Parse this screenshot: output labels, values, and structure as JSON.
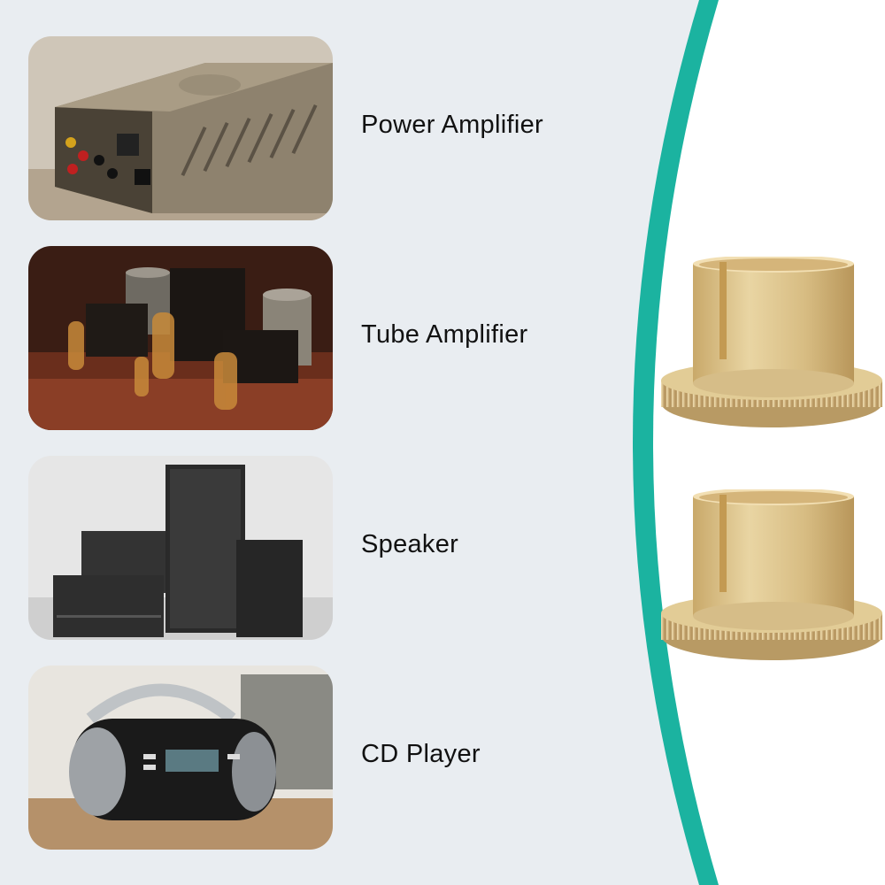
{
  "applications": [
    {
      "label": "Power Amplifier",
      "photo": "power-amplifier-photo"
    },
    {
      "label": "Tube Amplifier",
      "photo": "tube-amplifier-photo"
    },
    {
      "label": "Speaker",
      "photo": "speaker-photo"
    },
    {
      "label": "CD Player",
      "photo": "cd-player-photo"
    }
  ],
  "product": {
    "name": "gold-knurled-sleeve",
    "count": 2
  },
  "colors": {
    "background": "#e9edf1",
    "accent_teal": "#1bb3a0",
    "panel_white": "#ffffff",
    "gold": "#d8c08a"
  }
}
